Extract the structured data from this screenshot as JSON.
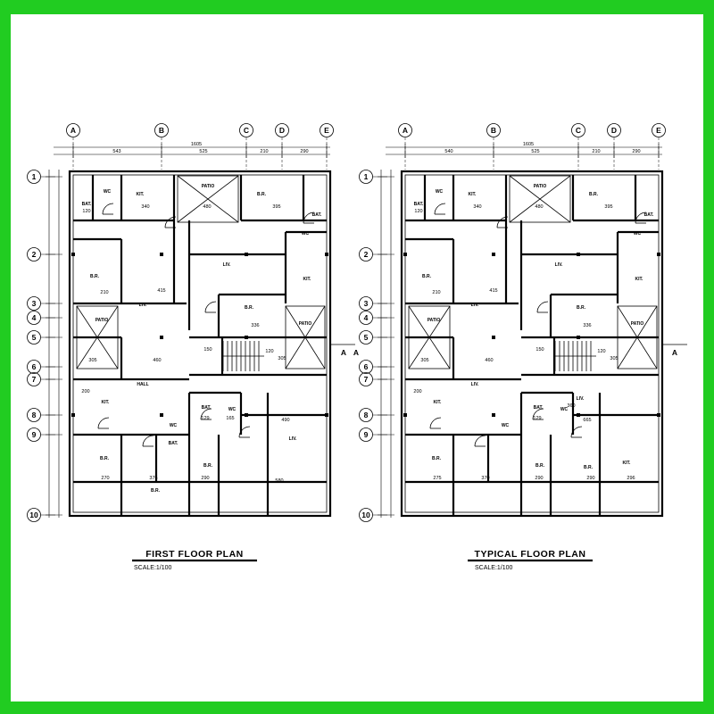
{
  "axes_columns": [
    "A",
    "B",
    "C",
    "D",
    "E"
  ],
  "axes_rows": [
    "1",
    "2",
    "3",
    "4",
    "5",
    "6",
    "7",
    "8",
    "9",
    "10"
  ],
  "section_marker": "A",
  "plans": [
    {
      "title": "FIRST FLOOR PLAN",
      "scale": "SCALE:1/100",
      "top_dims": [
        "1605",
        "543",
        "525",
        "210",
        "290"
      ],
      "rooms": [
        {
          "label": "WC"
        },
        {
          "label": "KIT."
        },
        {
          "label": "PATIO"
        },
        {
          "label": "B.R."
        },
        {
          "label": "BAT."
        },
        {
          "label": "BAT."
        },
        {
          "label": "WC"
        },
        {
          "label": "B.R."
        },
        {
          "label": "LIV."
        },
        {
          "label": "KIT."
        },
        {
          "label": "LIV."
        },
        {
          "label": "PATIO"
        },
        {
          "label": "B.R."
        },
        {
          "label": "PATIO"
        },
        {
          "label": "HALL"
        },
        {
          "label": "KIT."
        },
        {
          "label": "BAT."
        },
        {
          "label": "WC"
        },
        {
          "label": "WC"
        },
        {
          "label": "BAT."
        },
        {
          "label": "LIV."
        },
        {
          "label": "B.R."
        },
        {
          "label": "B.R."
        },
        {
          "label": "B.R."
        }
      ],
      "dims": [
        "340",
        "480",
        "395",
        "120",
        "210",
        "415",
        "336",
        "460",
        "150",
        "120",
        "305",
        "305",
        "200",
        "129",
        "165",
        "490",
        "270",
        "376",
        "290",
        "580"
      ]
    },
    {
      "title": "TYPICAL FLOOR PLAN",
      "scale": "SCALE:1/100",
      "top_dims": [
        "1605",
        "540",
        "525",
        "210",
        "290"
      ],
      "rooms": [
        {
          "label": "WC"
        },
        {
          "label": "KIT."
        },
        {
          "label": "PATIO"
        },
        {
          "label": "B.R."
        },
        {
          "label": "BAT."
        },
        {
          "label": "BAT."
        },
        {
          "label": "WC"
        },
        {
          "label": "B.R."
        },
        {
          "label": "LIV."
        },
        {
          "label": "KIT."
        },
        {
          "label": "LIV."
        },
        {
          "label": "PATIO"
        },
        {
          "label": "B.R."
        },
        {
          "label": "PATIO"
        },
        {
          "label": "LIV."
        },
        {
          "label": "KIT."
        },
        {
          "label": "BAT."
        },
        {
          "label": "WC"
        },
        {
          "label": "WC"
        },
        {
          "label": "LIV."
        },
        {
          "label": "B.R."
        },
        {
          "label": "B.R."
        },
        {
          "label": "B.R."
        },
        {
          "label": "KIT."
        }
      ],
      "dims": [
        "340",
        "480",
        "395",
        "120",
        "210",
        "415",
        "336",
        "460",
        "150",
        "120",
        "305",
        "305",
        "200",
        "129",
        "665",
        "360",
        "275",
        "370",
        "290",
        "290",
        "296"
      ]
    }
  ]
}
